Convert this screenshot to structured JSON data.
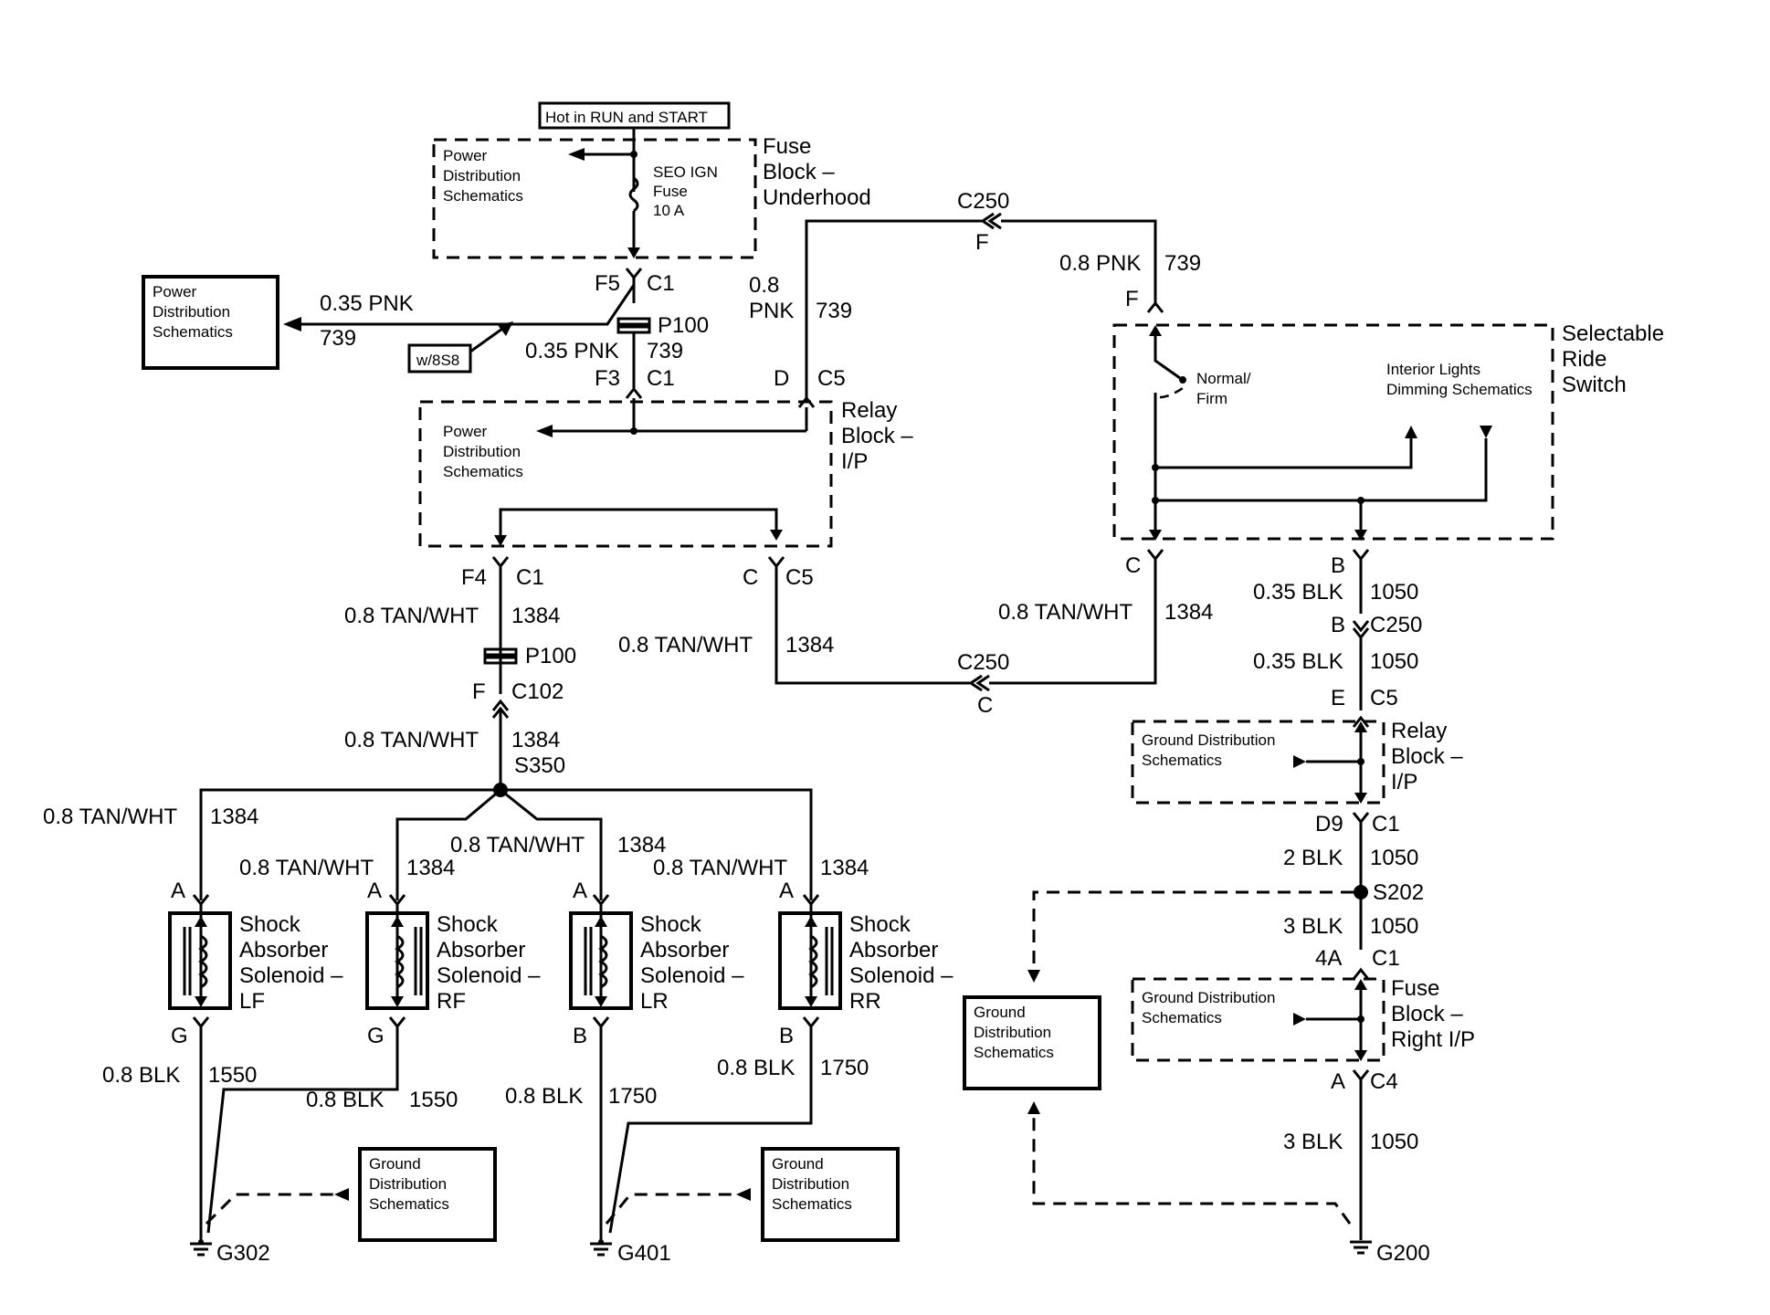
{
  "header_label": "Hot in RUN and START",
  "fuse_block_underhood": {
    "title": [
      "Fuse",
      "Block –",
      "Underhood"
    ],
    "ref": [
      "Power",
      "Distribution",
      "Schematics"
    ],
    "fuse": [
      "SEO IGN",
      "Fuse",
      "10 A"
    ]
  },
  "pds_left_box": [
    "Power",
    "Distribution",
    "Schematics"
  ],
  "option_label": "w/8S8",
  "relay_block_ip": {
    "title": [
      "Relay",
      "Block –",
      "I/P"
    ],
    "ref": [
      "Power",
      "Distribution",
      "Schematics"
    ]
  },
  "ride_switch": {
    "title": [
      "Selectable",
      "Ride",
      "Switch"
    ],
    "switch_label": [
      "Normal/",
      "Firm"
    ],
    "interior_ref": [
      "Interior Lights",
      "Dimming Schematics"
    ]
  },
  "relay_block_ip_ground": {
    "title": [
      "Relay",
      "Block –",
      "I/P"
    ],
    "ref": [
      "Ground Distribution",
      "Schematics"
    ]
  },
  "fuse_block_right": {
    "title": [
      "Fuse",
      "Block –",
      "Right I/P"
    ],
    "ref": [
      "Ground Distribution",
      "Schematics"
    ]
  },
  "ground_boxes": {
    "center_right": [
      "Ground",
      "Distribution",
      "Schematics"
    ],
    "bottom_left": [
      "Ground",
      "Distribution",
      "Schematics"
    ],
    "bottom_mid": [
      "Ground",
      "Distribution",
      "Schematics"
    ]
  },
  "solenoids": [
    {
      "title": [
        "Shock",
        "Absorber",
        "Solenoid –",
        "LF"
      ],
      "pin_top": "A",
      "pin_bottom": "G"
    },
    {
      "title": [
        "Shock",
        "Absorber",
        "Solenoid –",
        "RF"
      ],
      "pin_top": "A",
      "pin_bottom": "G"
    },
    {
      "title": [
        "Shock",
        "Absorber",
        "Solenoid –",
        "LR"
      ],
      "pin_top": "A",
      "pin_bottom": "B"
    },
    {
      "title": [
        "Shock",
        "Absorber",
        "Solenoid –",
        "RR"
      ],
      "pin_top": "A",
      "pin_bottom": "B"
    }
  ],
  "connectors": {
    "f5": "F5",
    "c1a": "C1",
    "p100a": "P100",
    "f3": "F3",
    "c1b": "C1",
    "d": "D",
    "c5a": "C5",
    "c250a": "C250",
    "fa": "F",
    "fb": "F",
    "f4": "F4",
    "c1c": "C1",
    "c": "C",
    "c5b": "C5",
    "p100b": "P100",
    "f": "F",
    "c102": "C102",
    "s350": "S350",
    "c250b": "C250",
    "cb": "C",
    "cc": "C",
    "b1": "B",
    "b2": "B",
    "c250c": "C250",
    "e": "E",
    "c5c": "C5",
    "d9": "D9",
    "c1d": "C1",
    "s202": "S202",
    "4a": "4A",
    "c1e": "C1",
    "a": "A",
    "c4": "C4"
  },
  "wires": {
    "pnk_left": "0.35 PNK",
    "pnk_left_n": "739",
    "pnk_mid": "0.35 PNK",
    "pnk_mid_n": "739",
    "pnk_08a": "0.8",
    "pnk_08b": "PNK",
    "pnk_08_n": "739",
    "pnk_right": "0.8 PNK",
    "pnk_right_n": "739",
    "tw1": "0.8 TAN/WHT",
    "tw1_n": "1384",
    "tw2": "0.8 TAN/WHT",
    "tw2_n": "1384",
    "tw3": "0.8 TAN/WHT",
    "tw3_n": "1384",
    "tw4": "0.8 TAN/WHT",
    "tw4_n": "1384",
    "tw5": "0.8 TAN/WHT",
    "tw5_n": "1384",
    "tw6": "0.8 TAN/WHT",
    "tw6_n": "1384",
    "tw7": "0.8 TAN/WHT",
    "tw7_n": "1384",
    "tw8": "0.8 TAN/WHT",
    "tw8_n": "1384",
    "blk1": "0.35 BLK",
    "blk1_n": "1050",
    "blk2": "0.35 BLK",
    "blk2_n": "1050",
    "blk3": "2 BLK",
    "blk3_n": "1050",
    "blk4": "3 BLK",
    "blk4_n": "1050",
    "blk5": "3 BLK",
    "blk5_n": "1050",
    "g1": "0.8 BLK",
    "g1_n": "1550",
    "g2": "0.8 BLK",
    "g2_n": "1550",
    "g3": "0.8 BLK",
    "g3_n": "1750",
    "g4": "0.8 BLK",
    "g4_n": "1750"
  },
  "grounds": {
    "g302": "G302",
    "g401": "G401",
    "g200": "G200"
  }
}
